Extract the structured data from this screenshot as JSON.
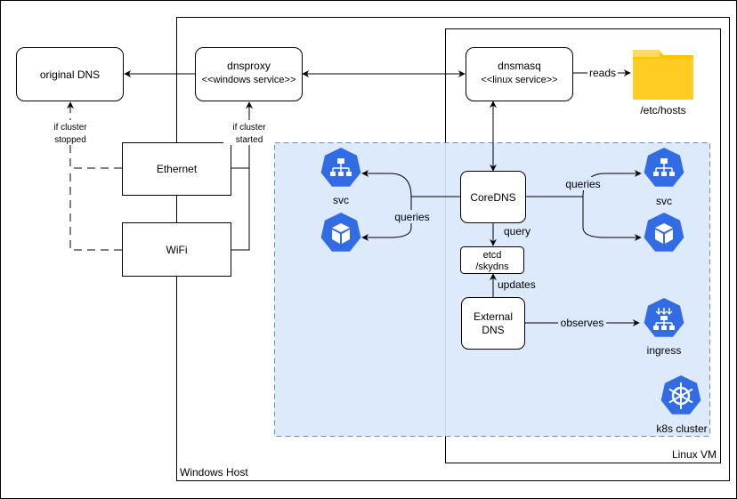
{
  "containers": {
    "windows_host": "Windows Host",
    "linux_vm": "Linux VM",
    "k8s_cluster": "k8s cluster"
  },
  "nodes": {
    "original_dns": "original DNS",
    "dnsproxy": {
      "title": "dnsproxy",
      "subtitle": "<<windows service>>"
    },
    "dnsmasq": {
      "title": "dnsmasq",
      "subtitle": "<<linux service>>"
    },
    "etc_hosts": "/etc/hosts",
    "ethernet": "Ethernet",
    "wifi": "WiFi",
    "coredns": "CoreDNS",
    "etcd": {
      "line1": "etcd",
      "line2": "/skydns"
    },
    "external_dns": {
      "line1": "External",
      "line2": "DNS"
    },
    "svc_left": "svc",
    "svc_right": "svc",
    "ingress": "ingress"
  },
  "edge_labels": {
    "if_cluster_stopped": {
      "line1": "if cluster",
      "line2": "stopped"
    },
    "if_cluster_started": {
      "line1": "if cluster",
      "line2": "started"
    },
    "reads": "reads",
    "queries_left": "queries",
    "queries_right": "queries",
    "query": "query",
    "updates": "updates",
    "observes": "observes"
  },
  "colors": {
    "k8s_blue": "#326CE5",
    "cluster_fill": "#DAE8FC",
    "cluster_border": "#6C8EBF",
    "folder_yellow": "#FFC300",
    "folder_tab": "#FFD966"
  }
}
